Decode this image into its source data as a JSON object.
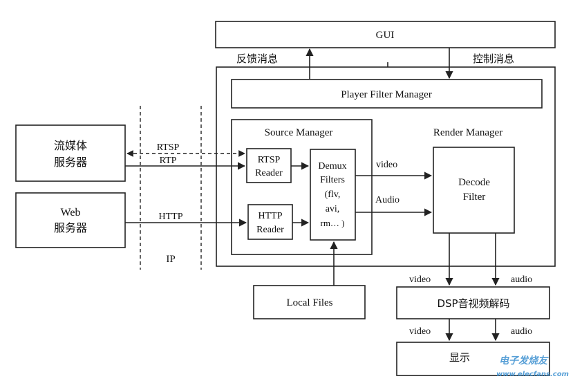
{
  "gui": "GUI",
  "feedback_msg": "反馈消息",
  "control_msg": "控制消息",
  "player_filter_manager": "Player Filter Manager",
  "source_manager": "Source Manager",
  "render_manager": "Render Manager",
  "streaming_server": [
    "流媒体",
    "服务器"
  ],
  "web_server": [
    "Web",
    "服务器"
  ],
  "rtsp_reader": [
    "RTSP",
    "Reader"
  ],
  "http_reader": [
    "HTTP",
    "Reader"
  ],
  "demux_filters": [
    "Demux",
    "Filters",
    "(flv,",
    "avi,",
    "rm… )"
  ],
  "decode_filter": [
    "Decode",
    "Filter"
  ],
  "local_files": "Local Files",
  "dsp_decode": "DSP音视频解码",
  "display_box": "显示",
  "labels": {
    "rtsp": "RTSP",
    "rtp": "RTP",
    "http": "HTTP",
    "ip": "IP",
    "video": "video",
    "audio_cap": "Audio",
    "video_dsp_in": "video",
    "audio_dsp_in": "audio",
    "video_disp_in": "video",
    "audio_disp_in": "audio"
  },
  "watermark": {
    "line1": "电子发烧友",
    "line2": "www.elecfans.com"
  }
}
